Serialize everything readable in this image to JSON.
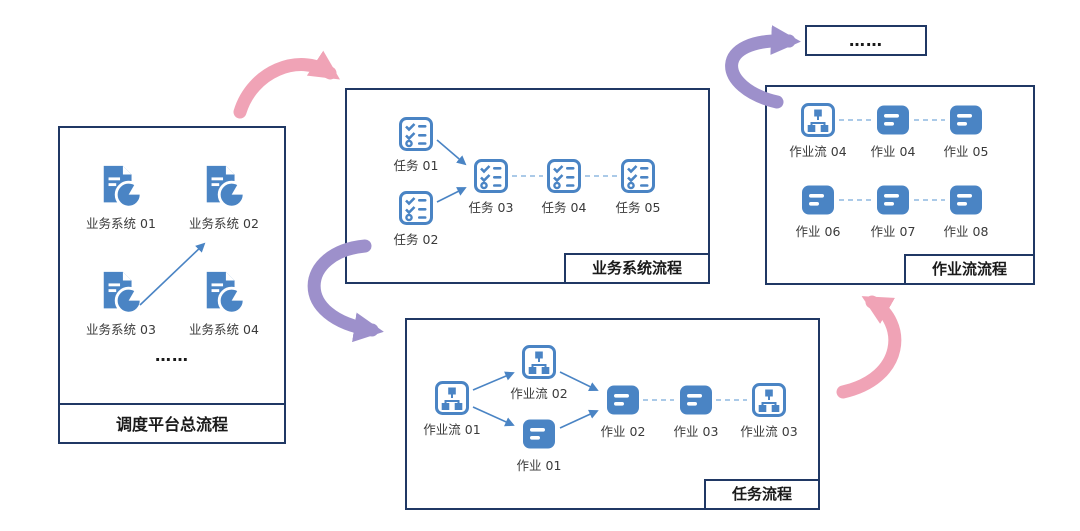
{
  "colors": {
    "icon_blue": "#4a84c4",
    "navy": "#203864",
    "arrow_pink": "#f0a3b6",
    "arrow_purple": "#9d90cb",
    "connector": "#8fb8e0"
  },
  "icons": {
    "business_system": "doc-pie-icon",
    "task": "checklist-icon",
    "workflow": "tree-icon",
    "job": "job-icon"
  },
  "left_box": {
    "title": "调度平台总流程",
    "items": [
      "业务系统 01",
      "业务系统 02",
      "业务系统 03",
      "业务系统 04"
    ],
    "ellipsis": "……"
  },
  "top_box": {
    "title": "业务系统流程",
    "items": [
      "任务 01",
      "任务 02",
      "任务 03",
      "任务 04",
      "任务 05"
    ]
  },
  "bottom_box": {
    "title": "任务流程",
    "items": [
      "作业流 01",
      "作业流 02",
      "作业 01",
      "作业 02",
      "作业 03",
      "作业流 03"
    ]
  },
  "right_box": {
    "title": "作业流流程",
    "items": [
      "作业流 04",
      "作业 04",
      "作业 05",
      "作业 06",
      "作业 07",
      "作业 08"
    ]
  },
  "overflow_box": {
    "ellipsis": "……"
  }
}
